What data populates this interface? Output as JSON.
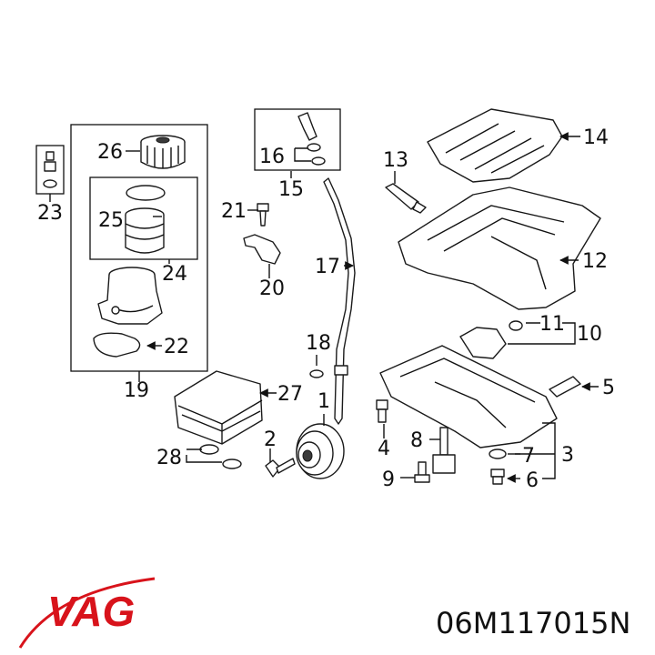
{
  "callouts": [
    "1",
    "2",
    "3",
    "4",
    "5",
    "6",
    "7",
    "8",
    "9",
    "10",
    "11",
    "12",
    "13",
    "14",
    "15",
    "16",
    "17",
    "19",
    "20",
    "21",
    "22",
    "23",
    "24",
    "25",
    "26",
    "27",
    "28",
    "18"
  ],
  "brand": {
    "name": "VAG",
    "color": "#d8131b"
  },
  "part_number": "06M117015N"
}
